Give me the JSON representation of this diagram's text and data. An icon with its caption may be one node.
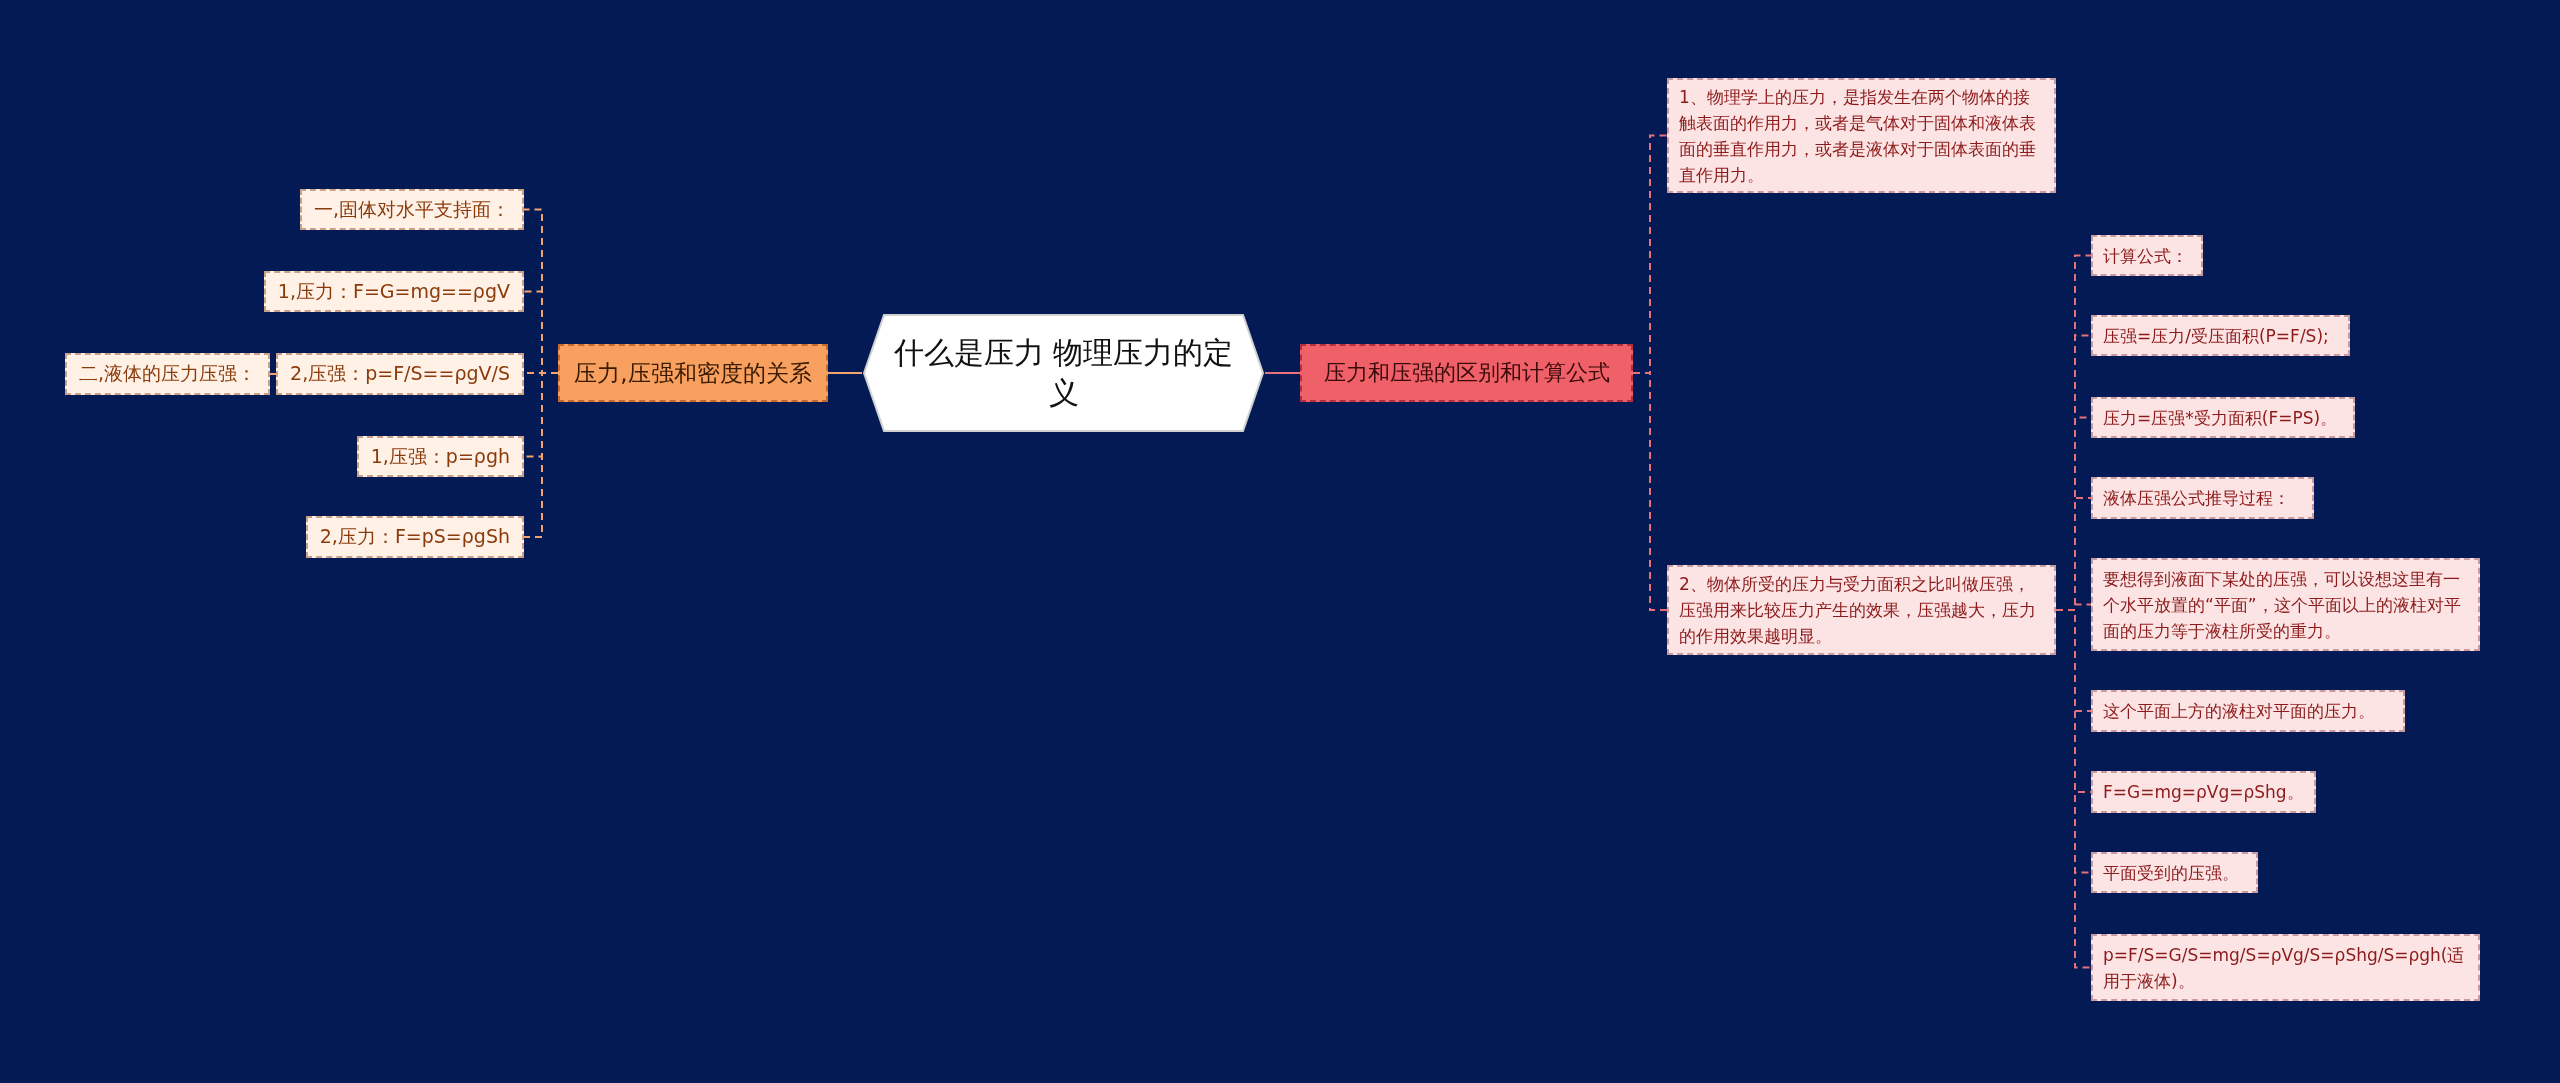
{
  "diagram": {
    "nodes": [
      {
        "text": [
          "什么是压力 物理压力的定义"
        ]
      },
      {
        "text": [
          "压力,压强和密度的关系"
        ]
      },
      {
        "text": [
          "一,固体对水平支持面："
        ]
      },
      {
        "text": [
          "1,压力：F=G=mg==ρgV"
        ]
      },
      {
        "text": [
          "2,压强：p=F/S==ρgV/S"
        ]
      },
      {
        "text": [
          "二,液体的压力压强："
        ]
      },
      {
        "text": [
          "1,压强：p=ρgh"
        ]
      },
      {
        "text": [
          "2,压力：F=pS=ρgSh"
        ]
      },
      {
        "text": [
          "压力和压强的区别和计算公式"
        ]
      },
      {
        "text": [
          "1、物理学上的压力，是指发生在两个物体的接触表面的作用力，或者是气体对于固体和液体表面的垂直作用力，或者是液体对于固体表面的垂直作用力。"
        ]
      },
      {
        "text": [
          "2、物体所受的压力与受力面积之比叫做压强，压强用来比较压力产生的效果，压强越大，压力的作用效果越明显。"
        ]
      },
      {
        "text": [
          "计算公式："
        ]
      },
      {
        "text": [
          "压强=压力/受压面积(P=F/S);"
        ]
      },
      {
        "text": [
          "压力=压强*受力面积(F=PS)。"
        ]
      },
      {
        "text": [
          "液体压强公式推导过程："
        ]
      },
      {
        "text": [
          "要想得到液面下某处的压强，可以设想这里有一个水平放置的“平面”，这个平面以上的液柱对平面的压力等于液柱所受的重力。"
        ]
      },
      {
        "text": [
          "这个平面上方的液柱对平面的压力。"
        ]
      },
      {
        "text": [
          "F=G=mg=ρVg=ρShg。"
        ]
      },
      {
        "text": [
          "平面受到的压强。"
        ]
      },
      {
        "text": [
          "p=F/S=G/S=mg/S=ρVg/S=ρShg/S=ρgh(适用于液体)。"
        ]
      }
    ],
    "edges": [
      {
        "from": 0,
        "to": 1,
        "arrow": "none",
        "color": "#f3a46e"
      },
      {
        "from": 1,
        "to": 2,
        "arrow": "none",
        "style": "dashed",
        "color": "#f3a46e"
      },
      {
        "from": 1,
        "to": 3,
        "arrow": "none",
        "style": "dashed",
        "color": "#f3a46e"
      },
      {
        "from": 1,
        "to": 4,
        "arrow": "none",
        "style": "dashed",
        "color": "#f3a46e"
      },
      {
        "from": 4,
        "to": 5,
        "arrow": "none",
        "style": "dashed",
        "color": "#f3a46e"
      },
      {
        "from": 1,
        "to": 6,
        "arrow": "none",
        "style": "dashed",
        "color": "#f3a46e"
      },
      {
        "from": 1,
        "to": 7,
        "arrow": "none",
        "style": "dashed",
        "color": "#f3a46e"
      },
      {
        "from": 0,
        "to": 8,
        "arrow": "none",
        "color": "#e8707a"
      },
      {
        "from": 8,
        "to": 9,
        "arrow": "none",
        "style": "dashed",
        "color": "#e8707a"
      },
      {
        "from": 8,
        "to": 10,
        "arrow": "none",
        "style": "dashed",
        "color": "#e8707a"
      },
      {
        "from": 10,
        "to": 11,
        "arrow": "none",
        "style": "dashed",
        "color": "#e8707a"
      },
      {
        "from": 10,
        "to": 12,
        "arrow": "none",
        "style": "dashed",
        "color": "#e8707a"
      },
      {
        "from": 10,
        "to": 13,
        "arrow": "none",
        "style": "dashed",
        "color": "#e8707a"
      },
      {
        "from": 10,
        "to": 14,
        "arrow": "none",
        "style": "dashed",
        "color": "#e8707a"
      },
      {
        "from": 10,
        "to": 15,
        "arrow": "none",
        "style": "dashed",
        "color": "#e8707a"
      },
      {
        "from": 10,
        "to": 16,
        "arrow": "none",
        "style": "dashed",
        "color": "#e8707a"
      },
      {
        "from": 10,
        "to": 17,
        "arrow": "none",
        "style": "dashed",
        "color": "#e8707a"
      },
      {
        "from": 10,
        "to": 18,
        "arrow": "none",
        "style": "dashed",
        "color": "#e8707a"
      },
      {
        "from": 10,
        "to": 19,
        "arrow": "none",
        "style": "dashed",
        "color": "#e8707a"
      }
    ]
  }
}
